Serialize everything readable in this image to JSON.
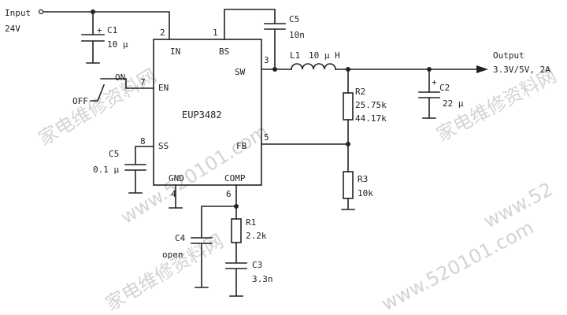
{
  "input": {
    "label": "Input",
    "voltage": "24V"
  },
  "ic": {
    "name": "EUP3482",
    "pins": {
      "in": {
        "num": "2",
        "name": "IN"
      },
      "bs": {
        "num": "1",
        "name": "BS"
      },
      "sw": {
        "num": "3",
        "name": "SW"
      },
      "en": {
        "num": "7",
        "name": "EN"
      },
      "ss": {
        "num": "8",
        "name": "SS"
      },
      "fb": {
        "num": "5",
        "name": "FB"
      },
      "gnd": {
        "num": "4",
        "name": "GND"
      },
      "comp": {
        "num": "6",
        "name": "COMP"
      }
    }
  },
  "switch": {
    "on": "ON",
    "off": "OFF"
  },
  "components": {
    "c1": {
      "ref": "C1",
      "value": "10 μ"
    },
    "c5_bs": {
      "ref": "C5",
      "value": "10n"
    },
    "l1": {
      "ref": "L1",
      "value": "10 μ H"
    },
    "c2": {
      "ref": "C2",
      "value": "22 μ"
    },
    "r2": {
      "ref": "R2",
      "value_a": "25.75k",
      "value_b": "44.17k"
    },
    "r3": {
      "ref": "R3",
      "value": "10k"
    },
    "c5_ss": {
      "ref": "C5",
      "value": "0.1 μ"
    },
    "c4": {
      "ref": "C4",
      "value": "open"
    },
    "r1": {
      "ref": "R1",
      "value": "2.2k"
    },
    "c3": {
      "ref": "C3",
      "value": "3.3n"
    }
  },
  "output": {
    "label": "Output",
    "spec": "3.3V/5V, 2A"
  },
  "watermark": {
    "t1": "家电维修资料网",
    "t2": "www.520101.com",
    "t3": "家电维修资料网",
    "t4": "www.520101.com",
    "t5": "家电维修资料网",
    "t6": "www.52"
  }
}
